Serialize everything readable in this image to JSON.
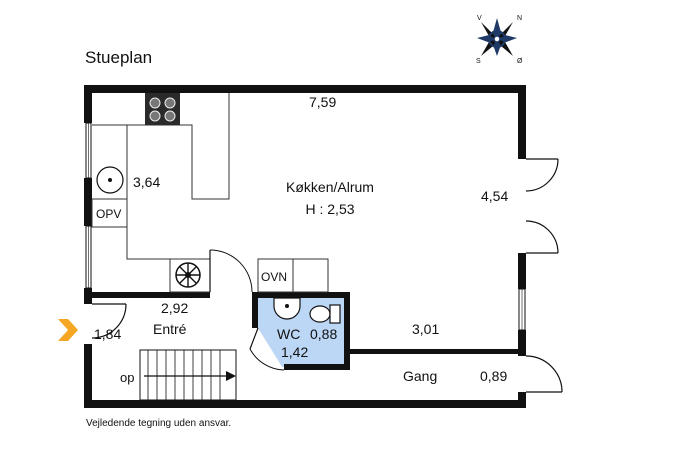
{
  "title": "Stueplan",
  "footer_note": "Vejledende tegning uden ansvar.",
  "compass": {
    "n": "N",
    "s": "S",
    "e": "Ø",
    "w": "V"
  },
  "rooms": {
    "kitchen": {
      "name": "Køkken/Alrum",
      "height": "H : 2,53"
    },
    "wc": {
      "name": "WC",
      "width": "0,88",
      "depth": "1,42"
    },
    "entre": {
      "name": "Entré"
    },
    "gang": {
      "name": "Gang"
    }
  },
  "dimensions": {
    "top_width": "7,59",
    "kitchen_left": "3,64",
    "right_depth": "4,54",
    "entre_width": "2,92",
    "entre_depth": "1,84",
    "gang_width": "3,01",
    "gang_depth": "0,89"
  },
  "fixtures": {
    "opv": "OPV",
    "ovn": "OVN",
    "stairs": "op"
  },
  "colors": {
    "wall": "#111111",
    "wc_fill": "#bcd6f5",
    "entrance_arrow": "#f5a623",
    "compass_blue": "#1f3a66"
  }
}
